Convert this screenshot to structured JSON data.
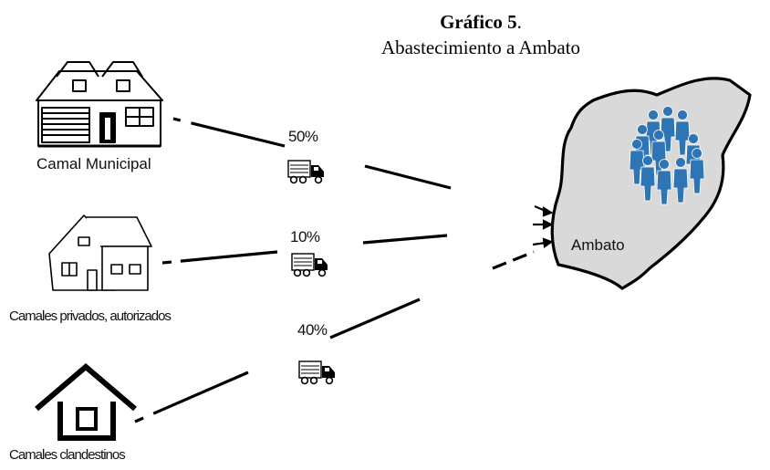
{
  "title": {
    "bold": "Gráfico 5",
    "punct": ".",
    "subtitle": "Abastecimiento a Ambato"
  },
  "sources": [
    {
      "label": "Camal Municipal",
      "percent": "50%",
      "icon": "house-icon"
    },
    {
      "label": "Camales privados, autorizados",
      "percent": "10%",
      "icon": "house-icon"
    },
    {
      "label": "Camales clandestinos",
      "percent": "40%",
      "icon": "house-icon"
    }
  ],
  "destination": {
    "label": "Ambato",
    "icon": "people-icon"
  },
  "colors": {
    "map_fill": "#d9d9d9",
    "people": "#2e75b6",
    "line": "#000000"
  }
}
